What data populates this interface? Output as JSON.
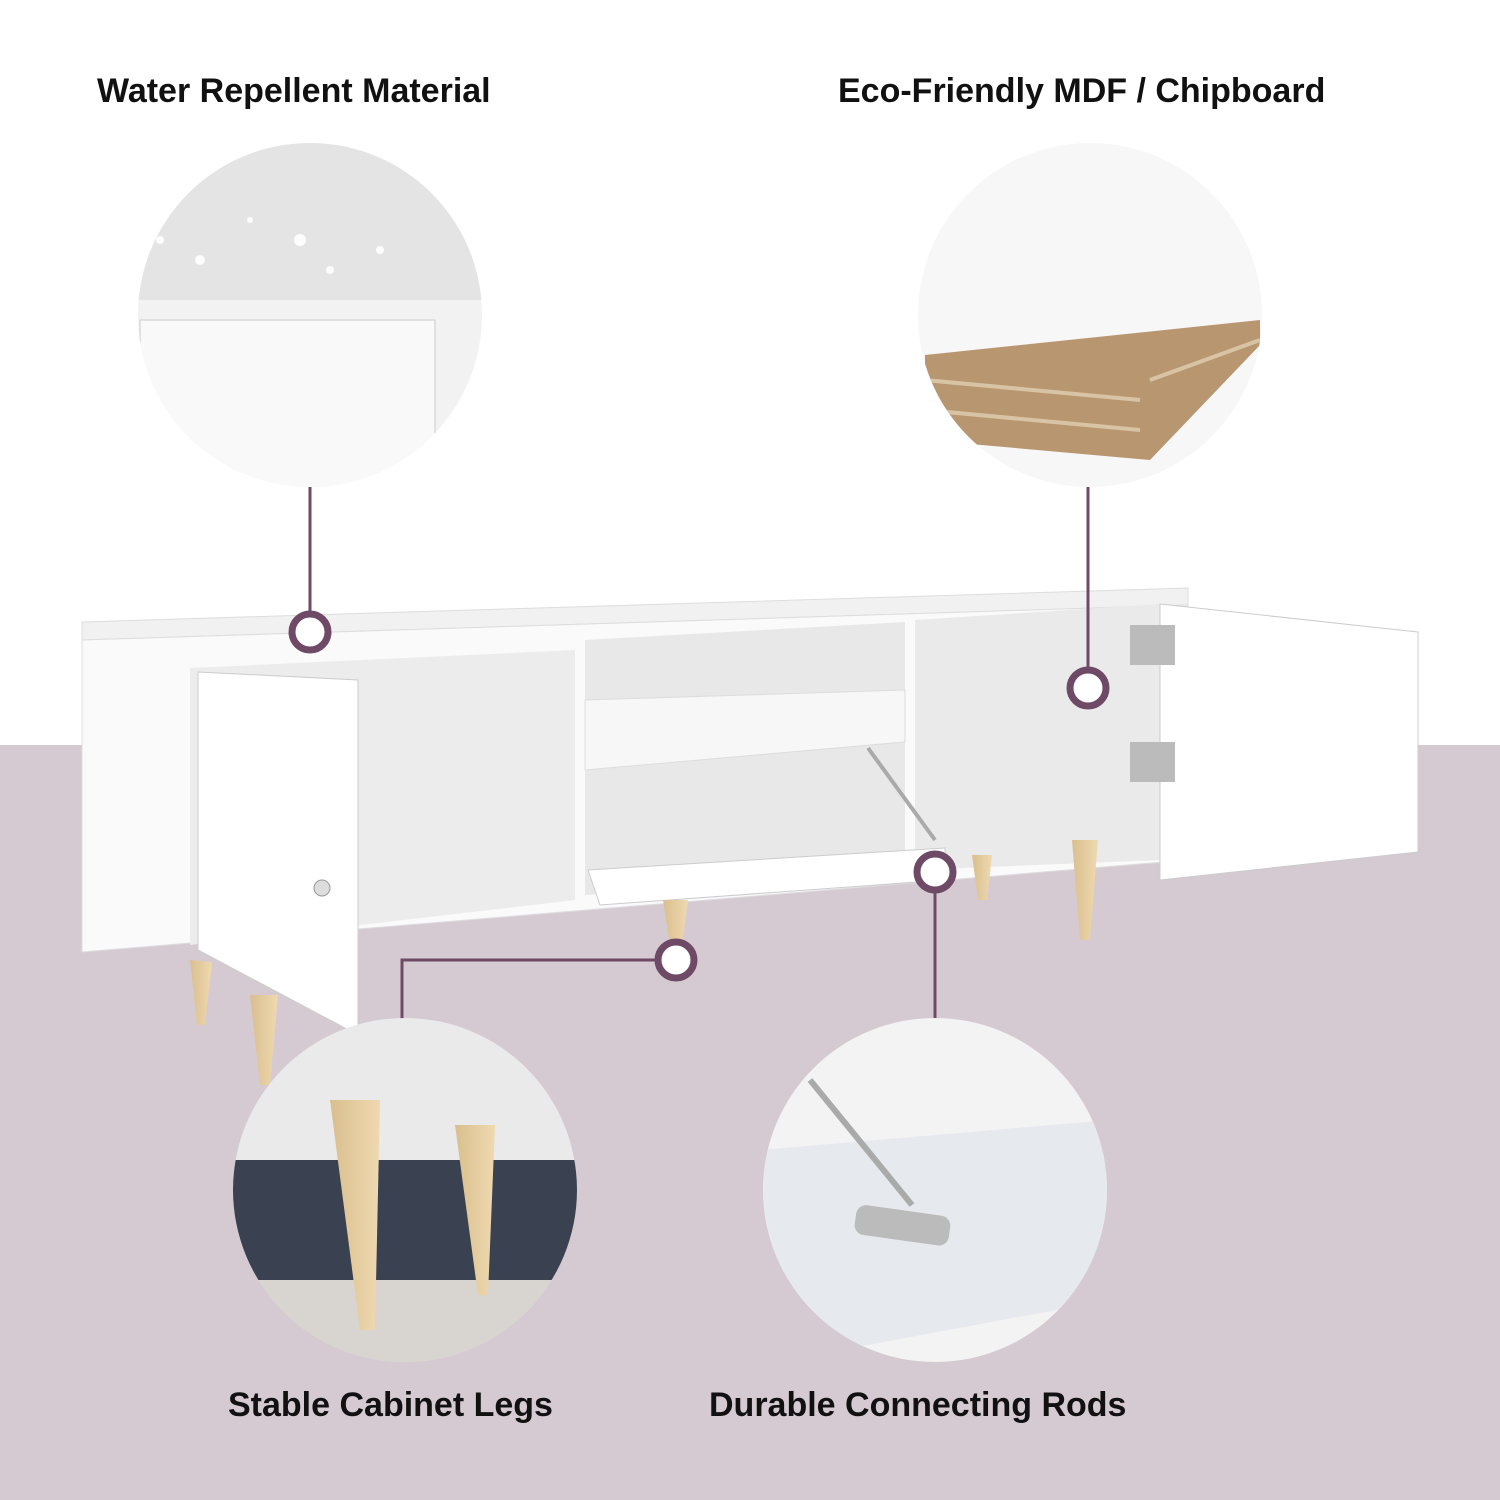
{
  "features": {
    "top_left": {
      "label": "Water Repellent Material"
    },
    "top_right": {
      "label": "Eco-Friendly MDF / Chipboard"
    },
    "bottom_left": {
      "label": "Stable Cabinet Legs"
    },
    "bottom_right": {
      "label": "Durable Connecting Rods"
    }
  },
  "colors": {
    "floor": "#d6cad2",
    "accent": "#6e4a66"
  }
}
